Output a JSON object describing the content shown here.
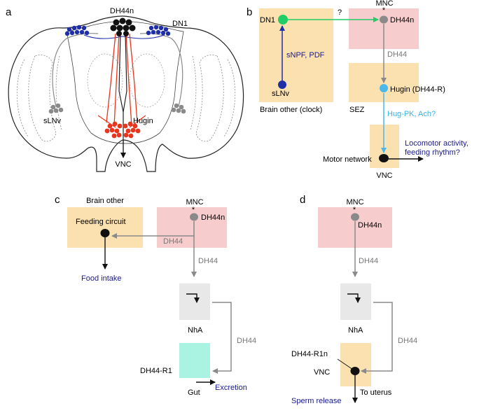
{
  "panels": {
    "a": {
      "letter": "a",
      "dh44n": "DH44n",
      "dn1": "DN1",
      "slnv": "sLNv",
      "hugin": "Hugin",
      "vnc": "VNC"
    },
    "b": {
      "letter": "b",
      "mnc": "MNC",
      "star": "*",
      "dn1": "DN1",
      "question": "?",
      "dh44n": "DH44n",
      "snpf_pdf": "sNPF, PDF",
      "dh44": "DH44",
      "slnv": "sLNv",
      "hugin": "Hugin (DH44-R)",
      "brain_other": "Brain other (clock)",
      "sez": "SEZ",
      "hugpk": "Hug-PK, Ach?",
      "locomotor1": "Locomotor activity,",
      "locomotor2": "feeding rhythm?",
      "motor_network": "Motor network",
      "vnc": "VNC"
    },
    "c": {
      "letter": "c",
      "brain_other": "Brain other",
      "mnc": "MNC",
      "star": "*",
      "feeding_circuit": "Feeding circuit",
      "dh44n": "DH44n",
      "dh44_horizontal": "DH44",
      "dh44_down": "DH44",
      "food_intake": "Food intake",
      "nha": "NhA",
      "dh44_side": "DH44",
      "dh44r1": "DH44-R1",
      "gut": "Gut",
      "excretion": "Excretion"
    },
    "d": {
      "letter": "d",
      "mnc": "MNC",
      "star": "*",
      "dh44n": "DH44n",
      "dh44_down": "DH44",
      "nha": "NhA",
      "dh44_side": "DH44",
      "dh44r1n": "DH44-R1n",
      "vnc": "VNC",
      "to_uterus": "To uterus",
      "sperm_release": "Sperm release"
    }
  },
  "colors": {
    "orange_box": "#fbe0b0",
    "pink_box": "#f7cccc",
    "grey_box": "#e8e8e8",
    "cyan_box": "#aaf3e3",
    "dn1_blue": "#1f2fa8",
    "dh44_black": "#111111",
    "grey_neuron": "#8a8a8a",
    "hugin_red": "#e8351e",
    "green_arrow": "#22cc66",
    "cyan_arrow": "#4ab8ec",
    "navy_text": "#1a1a8c"
  }
}
